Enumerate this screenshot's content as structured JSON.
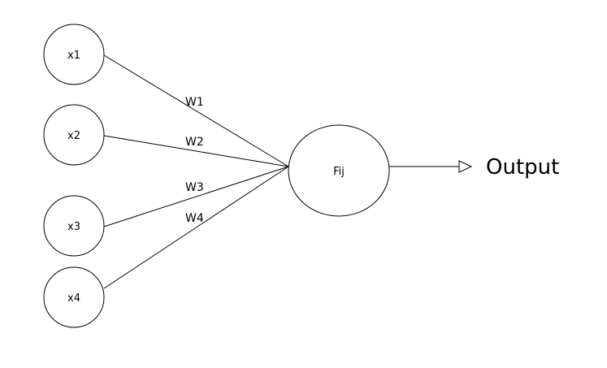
{
  "inputs": [
    {
      "label": "x1"
    },
    {
      "label": "x2"
    },
    {
      "label": "x3"
    },
    {
      "label": "x4"
    }
  ],
  "weights": [
    {
      "label": "W1"
    },
    {
      "label": "W2"
    },
    {
      "label": "W3"
    },
    {
      "label": "W4"
    }
  ],
  "neuron": {
    "label": "Fij"
  },
  "output": {
    "label": "Output"
  },
  "colors": {
    "stroke": "#000000",
    "fill": "#ffffff"
  }
}
